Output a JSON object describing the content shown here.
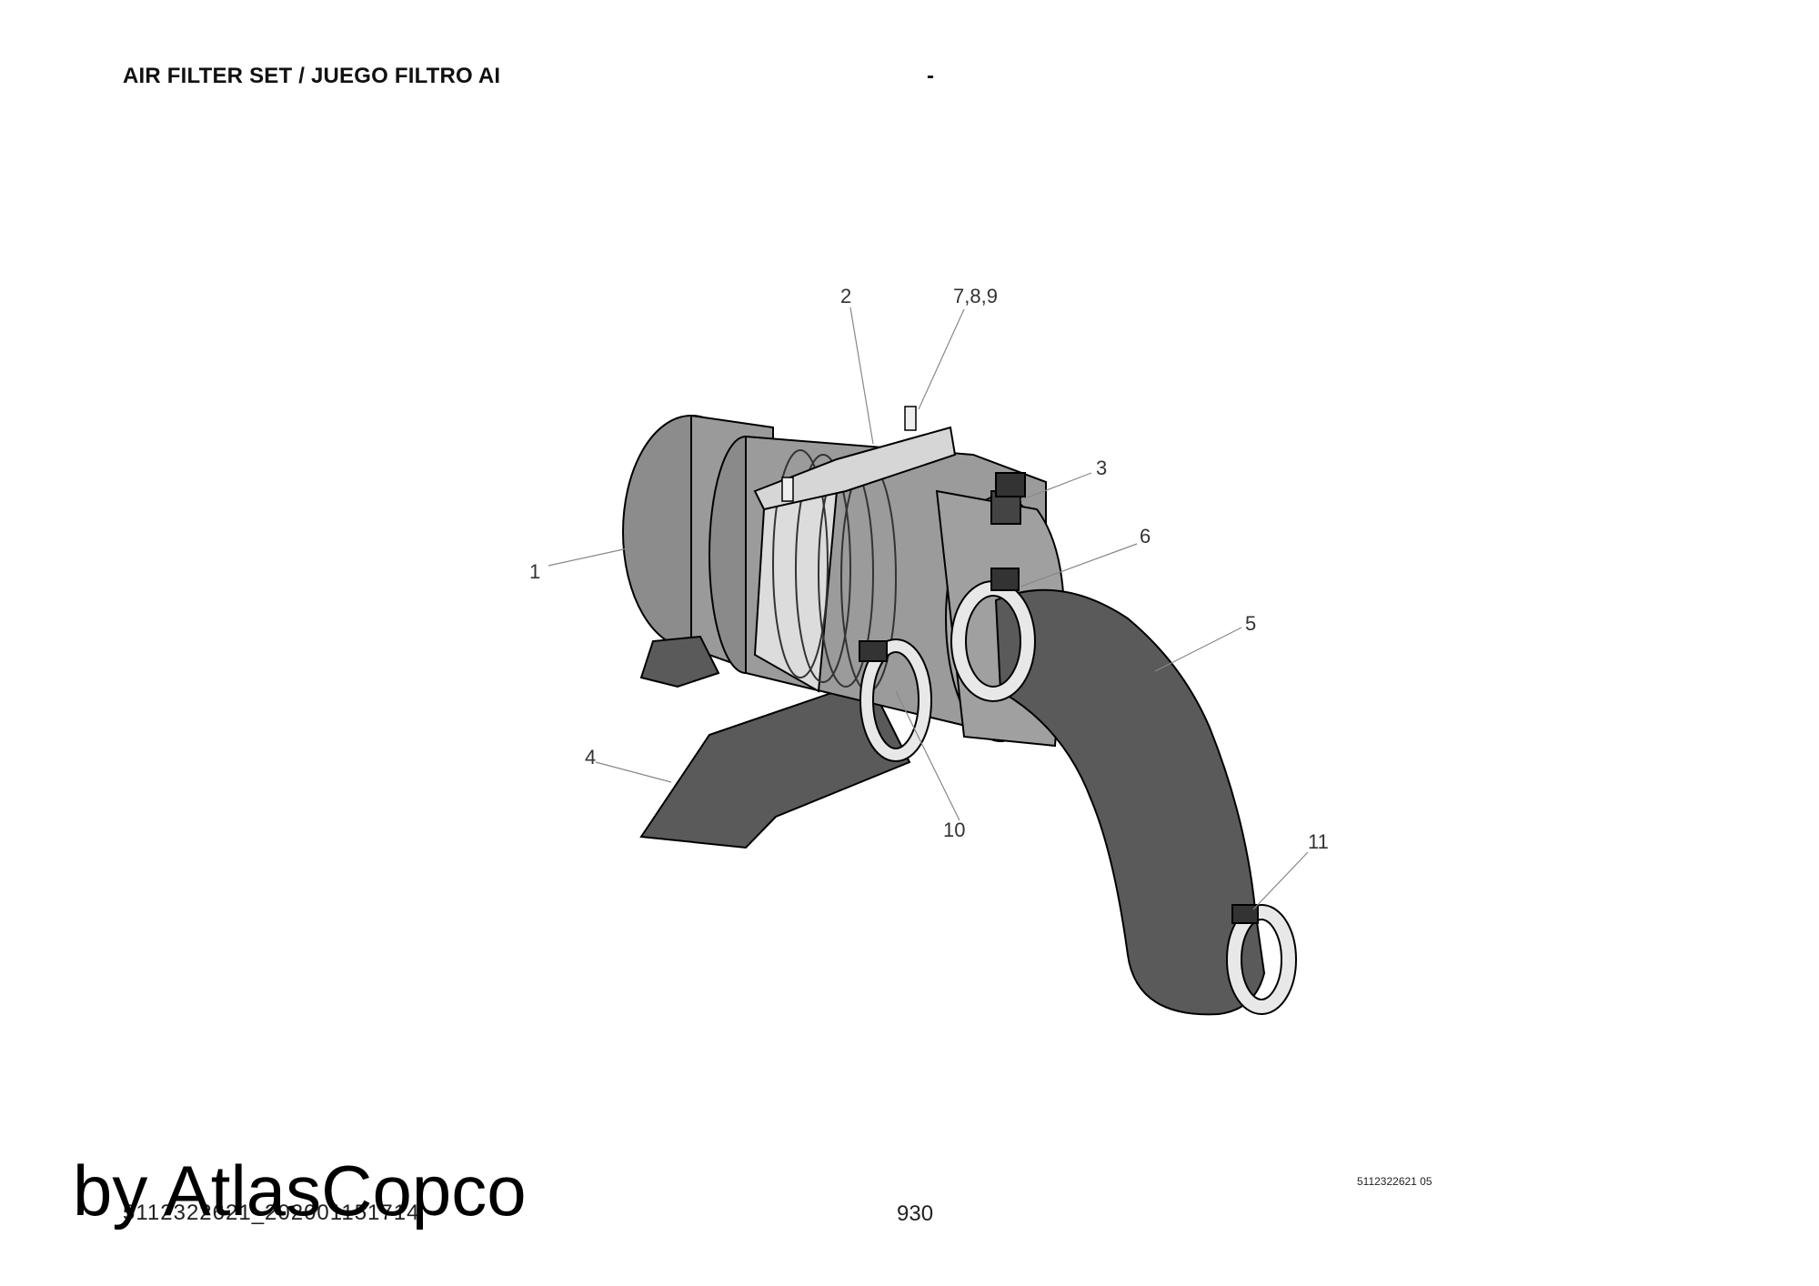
{
  "header": {
    "title": "AIR FILTER SET / JUEGO FILTRO AI",
    "dash": "-"
  },
  "callouts": {
    "c1": "1",
    "c2": "2",
    "c3": "3",
    "c4": "4",
    "c5": "5",
    "c6": "6",
    "c789": "7,8,9",
    "c10": "10",
    "c11": "11"
  },
  "footer": {
    "drawing_code": "5112322621 05",
    "doc_id": "5112322621_202001151714",
    "page_number": "930"
  },
  "watermark": "by AtlasCopco",
  "colors": {
    "hose": "#5a5a5a",
    "filter_body": "#a0a0a0",
    "clamp": "#e8e8e8",
    "leader_line": "#888888"
  }
}
